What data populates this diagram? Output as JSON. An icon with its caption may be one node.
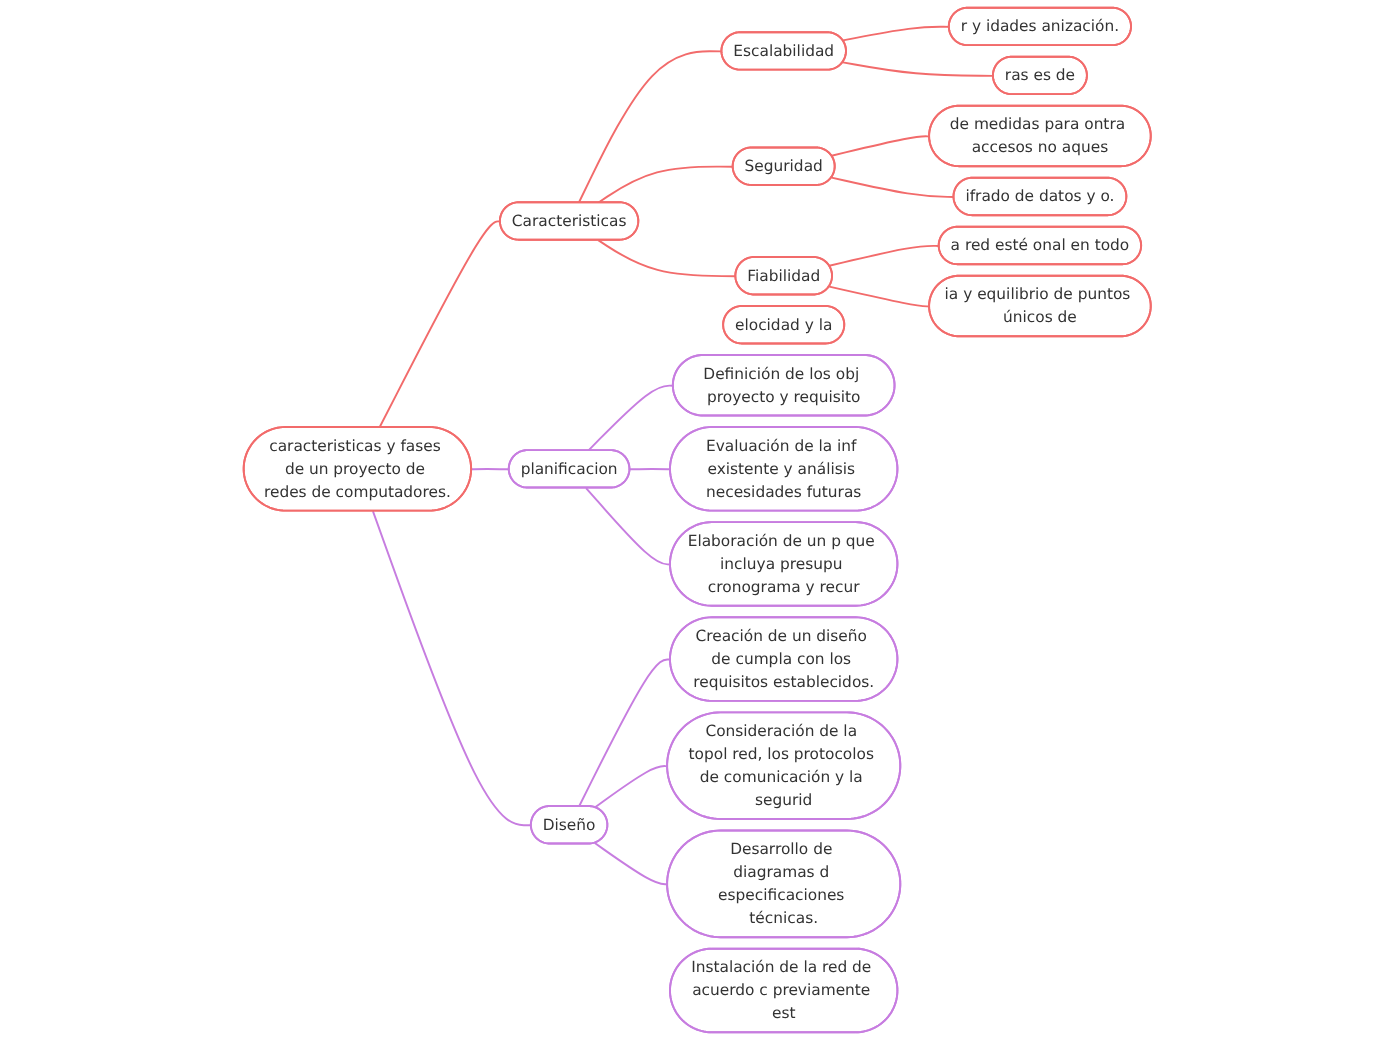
{
  "diagram": {
    "nodes": [
      {
        "text": [
          "caracteristicas y fases de un proyecto de redes de computadores."
        ]
      },
      {
        "text": [
          "Caracteristicas"
        ]
      },
      {
        "text": [
          "Escalabilidad"
        ]
      },
      {
        "text": [
          "r y idades anización."
        ]
      },
      {
        "text": [
          "ras es de"
        ]
      },
      {
        "text": [
          "Seguridad"
        ]
      },
      {
        "text": [
          "de medidas para ontra accesos no aques"
        ]
      },
      {
        "text": [
          "ifrado de datos y o."
        ]
      },
      {
        "text": [
          "Fiabilidad"
        ]
      },
      {
        "text": [
          "a red esté onal en todo"
        ]
      },
      {
        "text": [
          "ia y equilibrio de puntos únicos de"
        ]
      },
      {
        "text": [
          "elocidad y la"
        ]
      },
      {
        "text": [
          "planificacion"
        ]
      },
      {
        "text": [
          "Definición de los obj proyecto y requisito"
        ]
      },
      {
        "text": [
          "Evaluación de la inf existente y análisis necesidades futuras"
        ]
      },
      {
        "text": [
          "Elaboración de un p que incluya presupu cronograma y recur"
        ]
      },
      {
        "text": [
          "Diseño"
        ]
      },
      {
        "text": [
          "Creación de un diseño de cumpla con los requisitos establecidos."
        ]
      },
      {
        "text": [
          "Consideración de la topol red, los protocolos de comunicación y la segurid"
        ]
      },
      {
        "text": [
          "Desarrollo de diagramas d especificaciones técnicas."
        ]
      },
      {
        "text": [
          "Instalación de la red de acuerdo c previamente est"
        ]
      }
    ],
    "edges": [
      {
        "from": 0,
        "to": 1,
        "arrow": "none"
      },
      {
        "from": 1,
        "to": 2,
        "arrow": "none"
      },
      {
        "from": 2,
        "to": 3,
        "arrow": "none"
      },
      {
        "from": 2,
        "to": 4,
        "arrow": "none"
      },
      {
        "from": 1,
        "to": 5,
        "arrow": "none"
      },
      {
        "from": 5,
        "to": 6,
        "arrow": "none"
      },
      {
        "from": 5,
        "to": 7,
        "arrow": "none"
      },
      {
        "from": 1,
        "to": 8,
        "arrow": "none"
      },
      {
        "from": 8,
        "to": 9,
        "arrow": "none"
      },
      {
        "from": 8,
        "to": 10,
        "arrow": "none"
      },
      {
        "from": 0,
        "to": 12,
        "arrow": "none",
        "color": "#c77de0"
      },
      {
        "from": 12,
        "to": 13,
        "arrow": "none",
        "color": "#c77de0"
      },
      {
        "from": 12,
        "to": 14,
        "arrow": "none",
        "color": "#c77de0"
      },
      {
        "from": 12,
        "to": 15,
        "arrow": "none",
        "color": "#c77de0"
      },
      {
        "from": 0,
        "to": 16,
        "arrow": "none",
        "color": "#c77de0"
      },
      {
        "from": 16,
        "to": 17,
        "arrow": "none",
        "color": "#c77de0"
      },
      {
        "from": 16,
        "to": 18,
        "arrow": "none",
        "color": "#c77de0"
      },
      {
        "from": 16,
        "to": 19,
        "arrow": "none",
        "color": "#c77de0"
      }
    ]
  }
}
